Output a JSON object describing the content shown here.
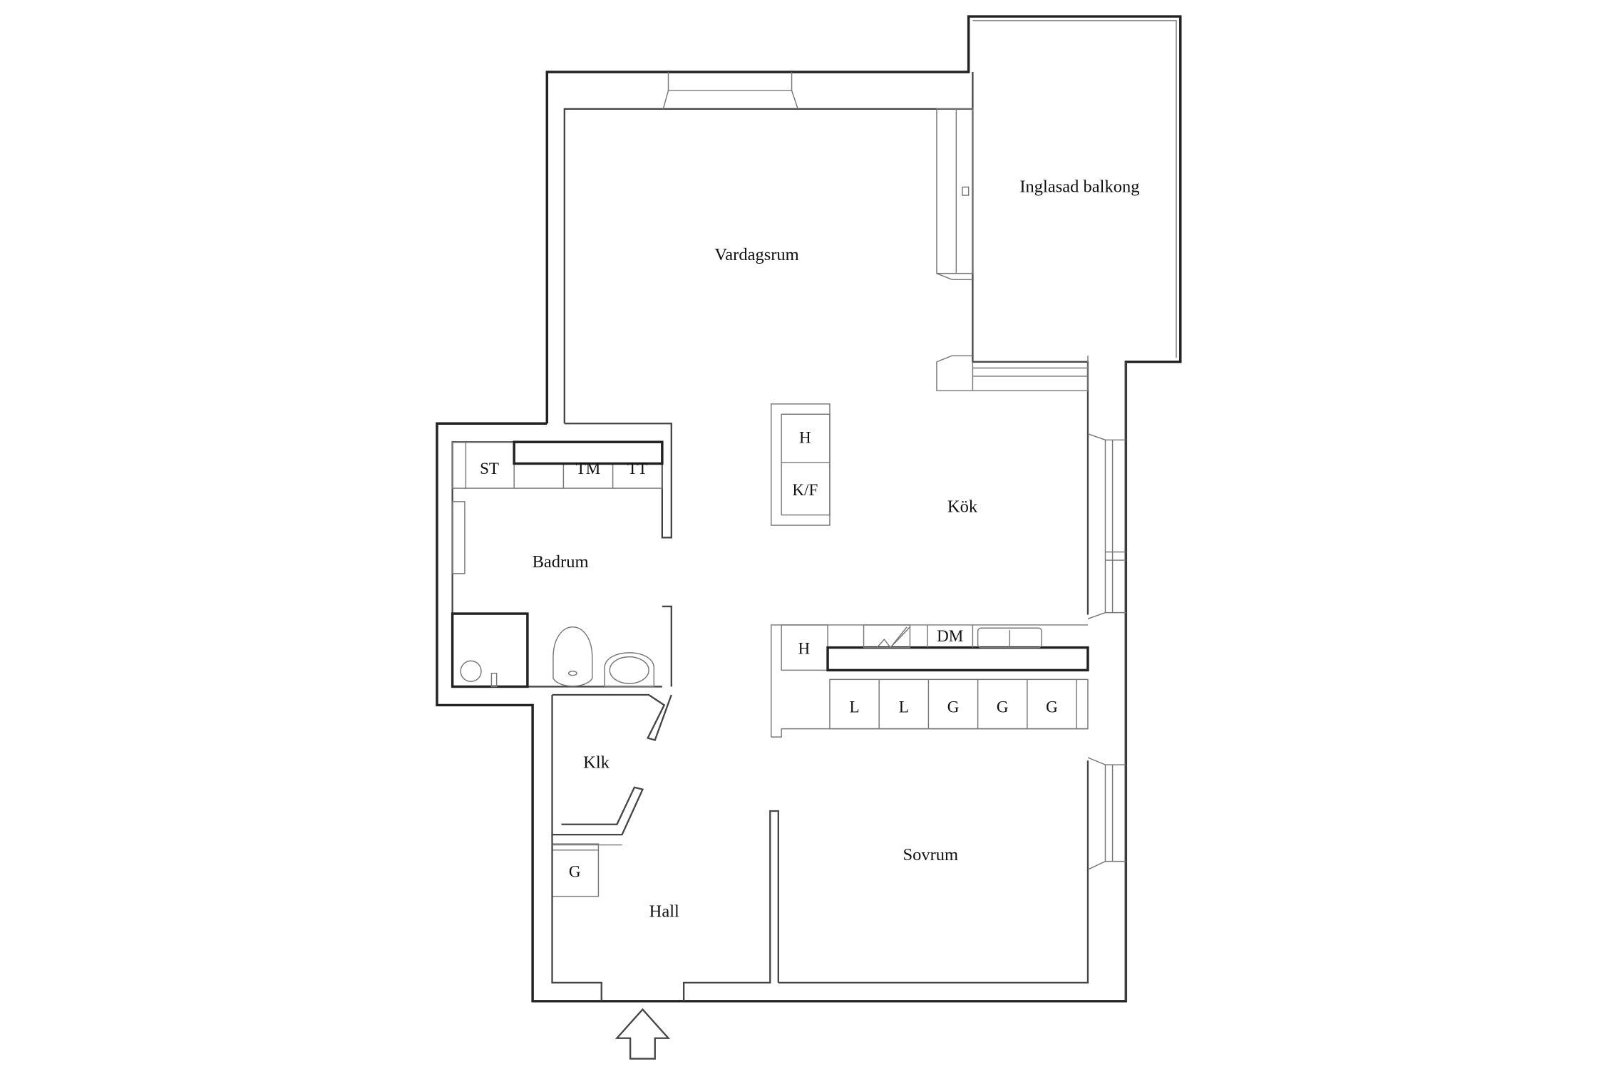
{
  "plan": {
    "rooms": {
      "vardagsrum": "Vardagsrum",
      "balkong": "Inglasad balkong",
      "kok": "Kök",
      "badrum": "Badrum",
      "klk": "Klk",
      "hall": "Hall",
      "sovrum": "Sovrum"
    },
    "fixtures": {
      "bath_st": "ST",
      "bath_tm": "TM",
      "bath_tt": "TT",
      "island_h": "H",
      "island_kf": "K/F",
      "kitchen_h": "H",
      "kitchen_dm": "DM",
      "wardrobes": [
        "L",
        "L",
        "G",
        "G",
        "G"
      ],
      "hall_g": "G"
    },
    "entrance": "entrance-arrow"
  }
}
